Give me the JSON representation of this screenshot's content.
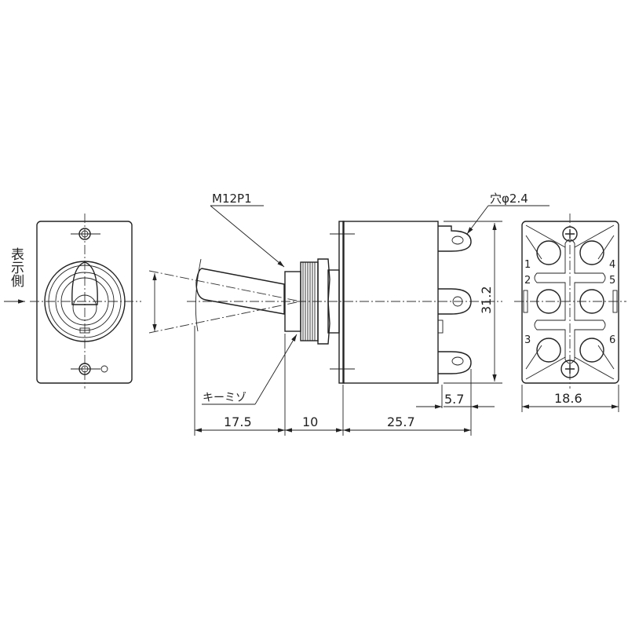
{
  "labels": {
    "display_side": "表示側",
    "thread": "M12P1",
    "hole": "穴φ2.4",
    "keyway": "キーミゾ"
  },
  "dimensions": {
    "lever": "17.5",
    "bushing": "10",
    "body": "25.7",
    "terminal": "5.7",
    "height": "31.2",
    "width": "18.6"
  },
  "terminal_numbers": [
    "1",
    "2",
    "3",
    "4",
    "5",
    "6"
  ]
}
